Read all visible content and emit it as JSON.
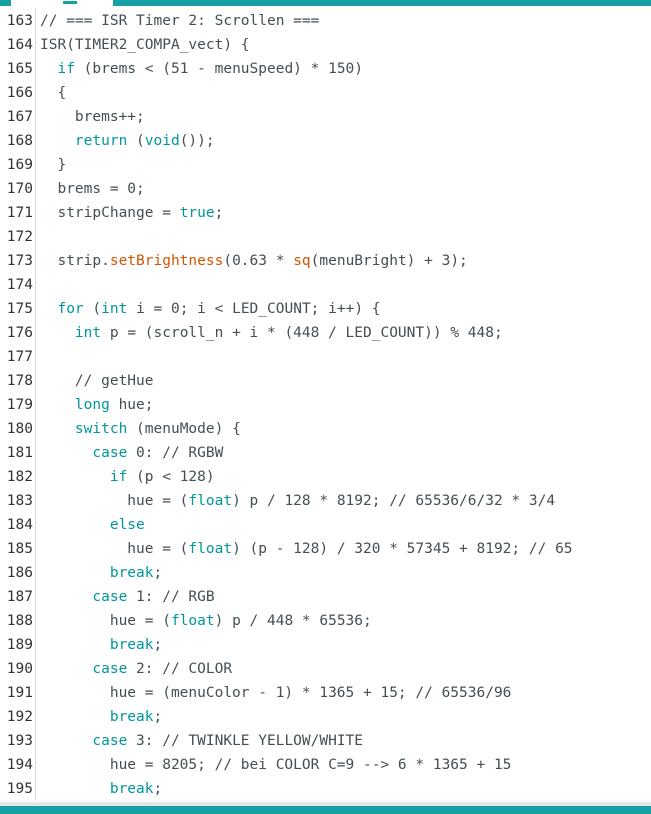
{
  "editor": {
    "colors": {
      "text": "#434f54",
      "keyword": "#00979c",
      "function": "#d35400",
      "line_number": "#333333",
      "bar": "#17a1a5"
    },
    "lines": [
      {
        "num": "163",
        "tokens": [
          {
            "t": "// === ISR Timer 2: Scrollen ===",
            "c": "cm"
          }
        ]
      },
      {
        "num": "164",
        "tokens": [
          {
            "t": "ISR(TIMER2_COMPA_vect) {",
            "c": ""
          }
        ]
      },
      {
        "num": "165",
        "tokens": [
          {
            "t": "  ",
            "c": ""
          },
          {
            "t": "if",
            "c": "kw"
          },
          {
            "t": " (brems < (51 - menuSpeed) * 150)",
            "c": ""
          }
        ]
      },
      {
        "num": "166",
        "tokens": [
          {
            "t": "  {",
            "c": ""
          }
        ]
      },
      {
        "num": "167",
        "tokens": [
          {
            "t": "    brems++;",
            "c": ""
          }
        ]
      },
      {
        "num": "168",
        "tokens": [
          {
            "t": "    ",
            "c": ""
          },
          {
            "t": "return",
            "c": "kw"
          },
          {
            "t": " (",
            "c": ""
          },
          {
            "t": "void",
            "c": "kw"
          },
          {
            "t": "());",
            "c": ""
          }
        ]
      },
      {
        "num": "169",
        "tokens": [
          {
            "t": "  }",
            "c": ""
          }
        ]
      },
      {
        "num": "170",
        "tokens": [
          {
            "t": "  brems = 0;",
            "c": ""
          }
        ]
      },
      {
        "num": "171",
        "tokens": [
          {
            "t": "  stripChange = ",
            "c": ""
          },
          {
            "t": "true",
            "c": "kw"
          },
          {
            "t": ";",
            "c": ""
          }
        ]
      },
      {
        "num": "172",
        "tokens": []
      },
      {
        "num": "173",
        "tokens": [
          {
            "t": "  strip.",
            "c": ""
          },
          {
            "t": "setBrightness",
            "c": "fn"
          },
          {
            "t": "(0.63 * ",
            "c": ""
          },
          {
            "t": "sq",
            "c": "fn"
          },
          {
            "t": "(menuBright) + 3);",
            "c": ""
          }
        ]
      },
      {
        "num": "174",
        "tokens": []
      },
      {
        "num": "175",
        "tokens": [
          {
            "t": "  ",
            "c": ""
          },
          {
            "t": "for",
            "c": "kw"
          },
          {
            "t": " (",
            "c": ""
          },
          {
            "t": "int",
            "c": "kw"
          },
          {
            "t": " i = 0; i < LED_COUNT; i++) {",
            "c": ""
          }
        ]
      },
      {
        "num": "176",
        "tokens": [
          {
            "t": "    ",
            "c": ""
          },
          {
            "t": "int",
            "c": "kw"
          },
          {
            "t": " p = (scroll_n + i * (448 / LED_COUNT)) % 448;",
            "c": ""
          }
        ]
      },
      {
        "num": "177",
        "tokens": []
      },
      {
        "num": "178",
        "tokens": [
          {
            "t": "    // getHue",
            "c": "cm"
          }
        ]
      },
      {
        "num": "179",
        "tokens": [
          {
            "t": "    ",
            "c": ""
          },
          {
            "t": "long",
            "c": "kw"
          },
          {
            "t": " hue;",
            "c": ""
          }
        ]
      },
      {
        "num": "180",
        "tokens": [
          {
            "t": "    ",
            "c": ""
          },
          {
            "t": "switch",
            "c": "kw"
          },
          {
            "t": " (menuMode) {",
            "c": ""
          }
        ]
      },
      {
        "num": "181",
        "tokens": [
          {
            "t": "      ",
            "c": ""
          },
          {
            "t": "case",
            "c": "kw"
          },
          {
            "t": " 0: // RGBW",
            "c": ""
          }
        ]
      },
      {
        "num": "182",
        "tokens": [
          {
            "t": "        ",
            "c": ""
          },
          {
            "t": "if",
            "c": "kw"
          },
          {
            "t": " (p < 128)",
            "c": ""
          }
        ]
      },
      {
        "num": "183",
        "tokens": [
          {
            "t": "          hue = (",
            "c": ""
          },
          {
            "t": "float",
            "c": "kw"
          },
          {
            "t": ") p / 128 * 8192; // 65536/6/32 * 3/4",
            "c": ""
          }
        ]
      },
      {
        "num": "184",
        "tokens": [
          {
            "t": "        ",
            "c": ""
          },
          {
            "t": "else",
            "c": "kw"
          }
        ]
      },
      {
        "num": "185",
        "tokens": [
          {
            "t": "          hue = (",
            "c": ""
          },
          {
            "t": "float",
            "c": "kw"
          },
          {
            "t": ") (p - 128) / 320 * 57345 + 8192; // 65",
            "c": ""
          }
        ]
      },
      {
        "num": "186",
        "tokens": [
          {
            "t": "        ",
            "c": ""
          },
          {
            "t": "break",
            "c": "kw"
          },
          {
            "t": ";",
            "c": ""
          }
        ]
      },
      {
        "num": "187",
        "tokens": [
          {
            "t": "      ",
            "c": ""
          },
          {
            "t": "case",
            "c": "kw"
          },
          {
            "t": " 1: // RGB",
            "c": ""
          }
        ]
      },
      {
        "num": "188",
        "tokens": [
          {
            "t": "        hue = (",
            "c": ""
          },
          {
            "t": "float",
            "c": "kw"
          },
          {
            "t": ") p / 448 * 65536;",
            "c": ""
          }
        ]
      },
      {
        "num": "189",
        "tokens": [
          {
            "t": "        ",
            "c": ""
          },
          {
            "t": "break",
            "c": "kw"
          },
          {
            "t": ";",
            "c": ""
          }
        ]
      },
      {
        "num": "190",
        "tokens": [
          {
            "t": "      ",
            "c": ""
          },
          {
            "t": "case",
            "c": "kw"
          },
          {
            "t": " 2: // COLOR",
            "c": ""
          }
        ]
      },
      {
        "num": "191",
        "tokens": [
          {
            "t": "        hue = (menuColor - 1) * 1365 + 15; // 65536/96",
            "c": ""
          }
        ]
      },
      {
        "num": "192",
        "tokens": [
          {
            "t": "        ",
            "c": ""
          },
          {
            "t": "break",
            "c": "kw"
          },
          {
            "t": ";",
            "c": ""
          }
        ]
      },
      {
        "num": "193",
        "tokens": [
          {
            "t": "      ",
            "c": ""
          },
          {
            "t": "case",
            "c": "kw"
          },
          {
            "t": " 3: // TWINKLE YELLOW/WHITE",
            "c": ""
          }
        ]
      },
      {
        "num": "194",
        "tokens": [
          {
            "t": "        hue = 8205; // bei COLOR C=9 --> 6 * 1365 + 15",
            "c": ""
          }
        ]
      },
      {
        "num": "195",
        "tokens": [
          {
            "t": "        ",
            "c": ""
          },
          {
            "t": "break",
            "c": "kw"
          },
          {
            "t": ";",
            "c": ""
          }
        ]
      }
    ]
  }
}
